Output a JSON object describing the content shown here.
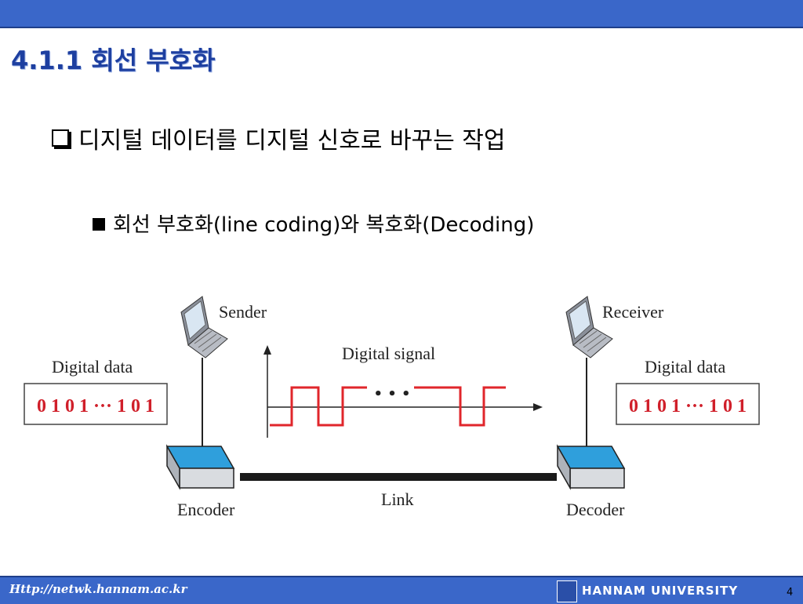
{
  "slide": {
    "title": "4.1.1  회선 부호화",
    "bullet1": "디지털 데이터를 디지털 신호로 바꾸는 작업",
    "bullet2": "회선 부호화(line coding)와 복호화(Decoding)"
  },
  "diagram": {
    "sender_label": "Sender",
    "receiver_label": "Receiver",
    "digital_data_left_label": "Digital data",
    "digital_data_right_label": "Digital data",
    "data_left": "0 1 0 1 ··· 1 0 1",
    "data_right": "0 1 0 1 ··· 1 0 1",
    "signal_label": "Digital signal",
    "ellipsis": "• • •",
    "encoder_label": "Encoder",
    "decoder_label": "Decoder",
    "link_label": "Link",
    "colors": {
      "signal": "#e0262b",
      "device_top": "#2f9fdc",
      "data_text": "#d01f2a"
    }
  },
  "footer": {
    "url": "Http://netwk.hannam.ac.kr",
    "university": "HANNAM  UNIVERSITY",
    "page_number": "4"
  }
}
